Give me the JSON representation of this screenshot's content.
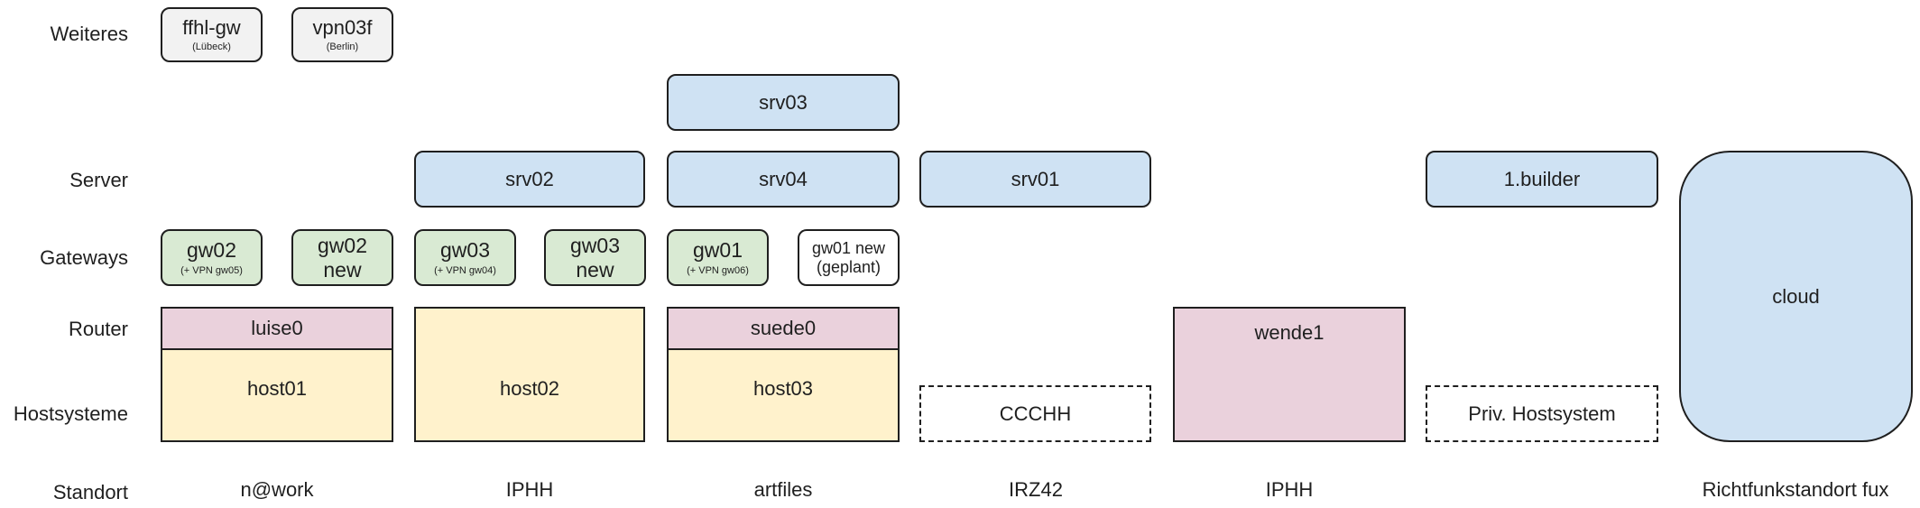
{
  "rows": {
    "weiteres": "Weiteres",
    "server": "Server",
    "gateways": "Gateways",
    "router": "Router",
    "hostsysteme": "Hostsysteme",
    "standort": "Standort"
  },
  "standorte": [
    "n@work",
    "IPHH",
    "artfiles",
    "IRZ42",
    "IPHH",
    "Richtfunkstandort fux"
  ],
  "weiteres": [
    {
      "name": "ffhl-gw",
      "sub": "(Lübeck)"
    },
    {
      "name": "vpn03f",
      "sub": "(Berlin)"
    }
  ],
  "servers": {
    "srv03": "srv03",
    "srv02": "srv02",
    "srv04": "srv04",
    "srv01": "srv01",
    "builder": "1.builder",
    "cloud": "cloud"
  },
  "gateways": [
    {
      "name": "gw02",
      "sub": "(+ VPN gw05)"
    },
    {
      "name": "gw02",
      "sub": "new"
    },
    {
      "name": "gw03",
      "sub": "(+ VPN gw04)"
    },
    {
      "name": "gw03",
      "sub": "new"
    },
    {
      "name": "gw01",
      "sub": "(+ VPN gw06)"
    },
    {
      "name": "gw01 new",
      "sub": "(geplant)"
    }
  ],
  "routers": {
    "luise0": "luise0",
    "suede0": "suede0",
    "wende1": "wende1"
  },
  "hosts": {
    "host01": "host01",
    "host02": "host02",
    "host03": "host03",
    "ccchh": "CCCHH",
    "priv": "Priv. Hostsystem"
  },
  "colors": {
    "weiteres": "#f2f2f2",
    "server": "#cfe2f3",
    "gateway": "#d9ead3",
    "router": "#ead1dc",
    "host": "#fff2cc"
  }
}
